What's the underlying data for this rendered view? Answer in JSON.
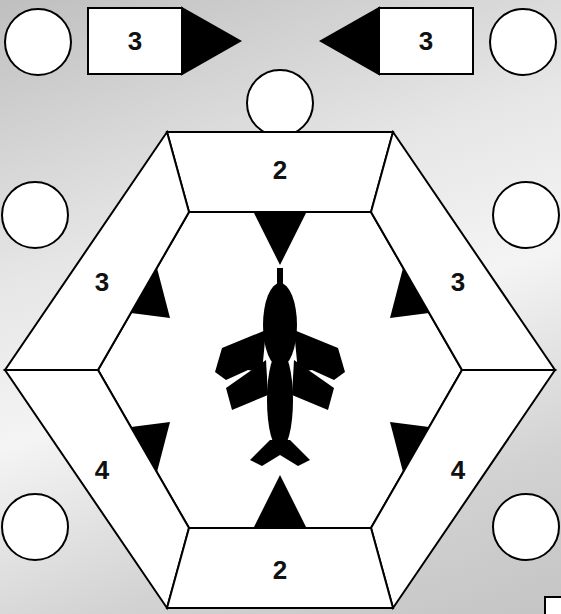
{
  "diagram": {
    "nodes": [
      {
        "text": [
          "3"
        ]
      },
      {
        "text": [
          "3"
        ]
      },
      {
        "text": [
          "2"
        ]
      },
      {
        "text": [
          "3"
        ]
      },
      {
        "text": [
          "3"
        ]
      },
      {
        "text": [
          "4"
        ]
      },
      {
        "text": [
          "4"
        ]
      },
      {
        "text": [
          "2"
        ]
      }
    ]
  }
}
